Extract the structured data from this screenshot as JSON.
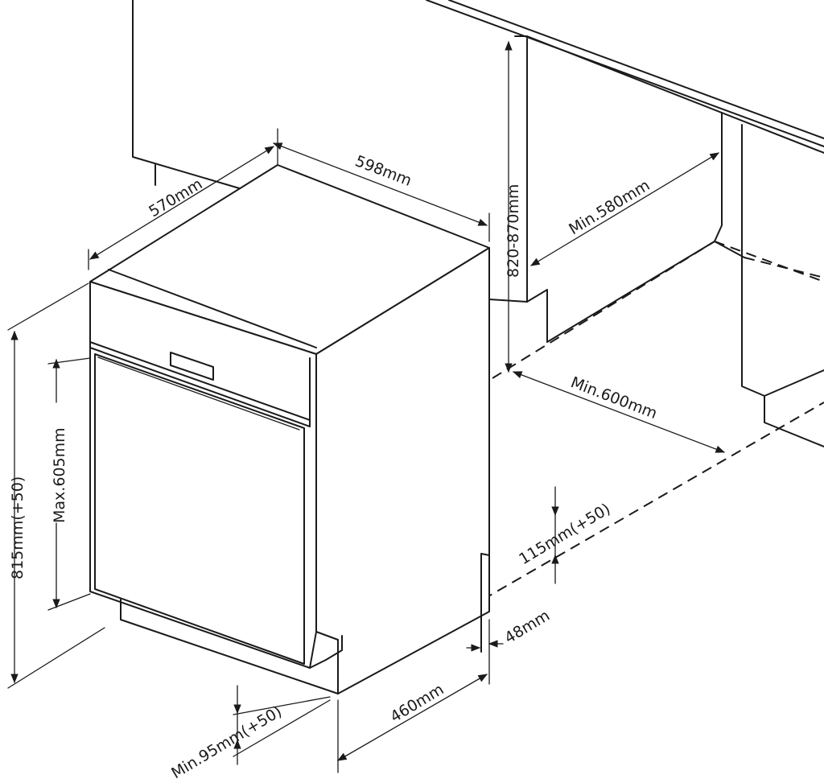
{
  "dimensions": {
    "depth": "570mm",
    "width": "598mm",
    "niche_height": "820-870mm",
    "cabinet_depth": "Min.580mm",
    "niche_width": "Min.600mm",
    "appliance_height": "815mm(+50)",
    "door_height": "Max.605mm",
    "plinth_height": "115mm(+50)",
    "plinth_gap": "48mm",
    "plinth_depth": "460mm",
    "min_plinth": "Min.95mm(+50)"
  },
  "colors": {
    "line": "#1a1a1a",
    "background": "#ffffff"
  }
}
